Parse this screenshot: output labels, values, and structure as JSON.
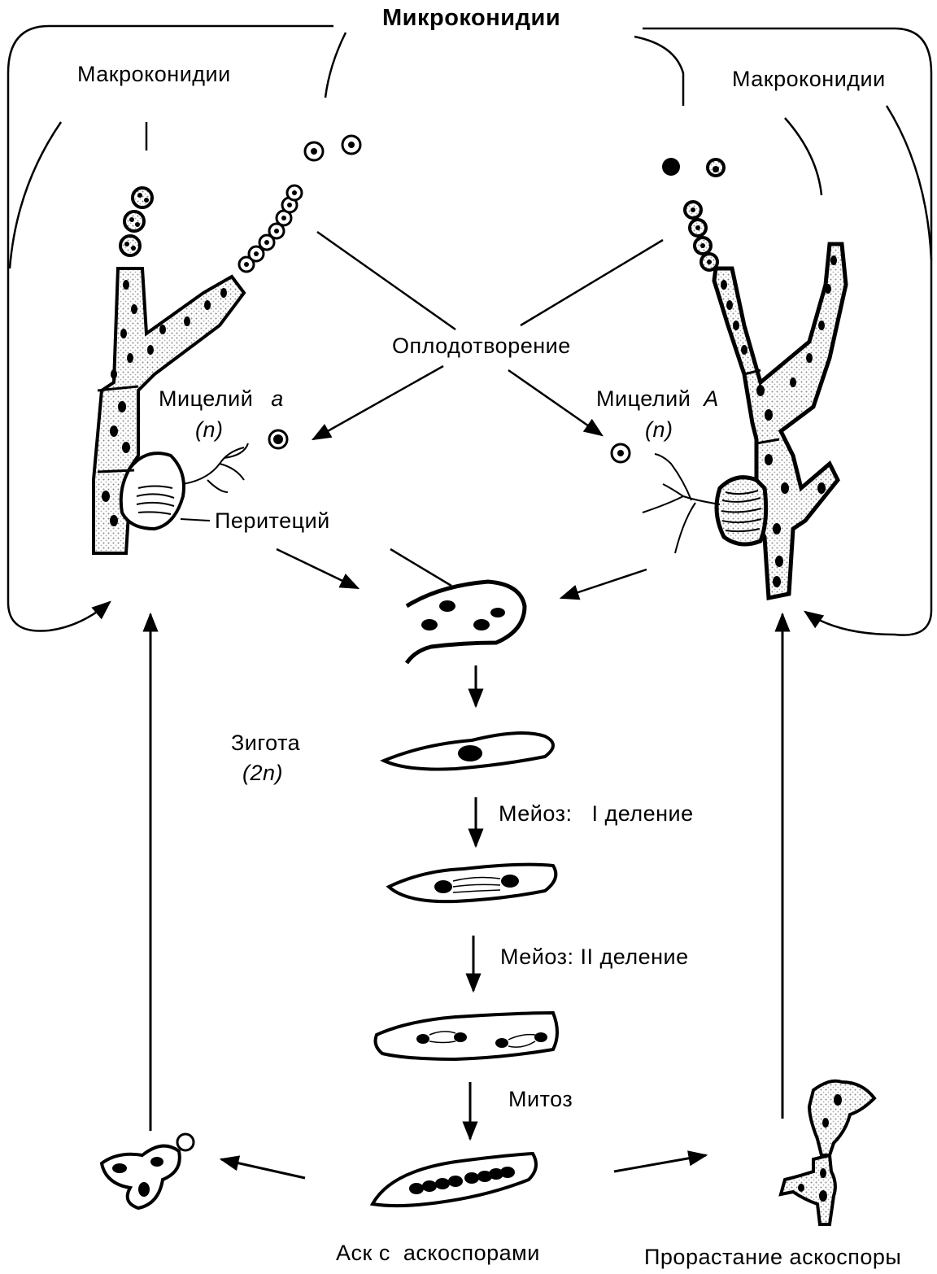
{
  "labels": {
    "microconidia": "Микроконидии",
    "macroconidia_left": "Макроконидии",
    "macroconidia_right": "Макроконидии",
    "fertilization": "Оплодотворение",
    "mycelium_a": "Мицелий",
    "mycelium_a_type": "a",
    "mycelium_a_ploidy": "(n)",
    "mycelium_A": "Мицелий",
    "mycelium_A_type": "A",
    "mycelium_A_ploidy": "(n)",
    "perithecium": "Перитеций",
    "zygote": "Зигота",
    "zygote_ploidy": "(2n)",
    "meiosis_1": "Мейоз:   I деление",
    "meiosis_2": "Мейоз: II деление",
    "mitosis": "Митоз",
    "ascus": "Аск с  аскоспорами",
    "germination": "Прорастание аскоспоры"
  }
}
